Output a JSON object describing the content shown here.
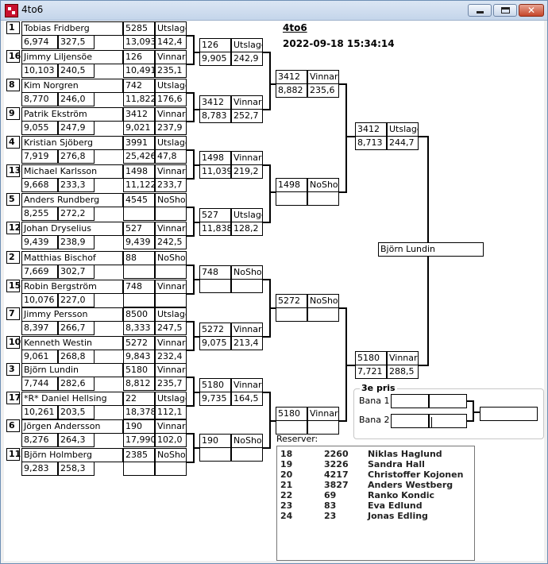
{
  "window": {
    "title": "4to6"
  },
  "header": {
    "title": "4to6",
    "timestamp": "2022-09-18 15:34:14"
  },
  "round1": [
    {
      "seed": "1",
      "name": "Tobias Fridberg",
      "a": "6,974",
      "b": "327,5"
    },
    {
      "seed": "16",
      "name": "Jimmy Liljensöe",
      "a": "10,103",
      "b": "240,5"
    },
    {
      "seed": "8",
      "name": "Kim Norgren",
      "a": "8,770",
      "b": "246,0"
    },
    {
      "seed": "9",
      "name": "Patrik Ekström",
      "a": "9,055",
      "b": "247,9"
    },
    {
      "seed": "4",
      "name": "Kristian Sjöberg",
      "a": "7,919",
      "b": "276,8"
    },
    {
      "seed": "13",
      "name": "Michael Karlsson",
      "a": "9,668",
      "b": "233,3"
    },
    {
      "seed": "5",
      "name": "Anders Rundberg",
      "a": "8,255",
      "b": "272,2"
    },
    {
      "seed": "12",
      "name": "Johan Dryselius",
      "a": "9,439",
      "b": "238,9"
    },
    {
      "seed": "2",
      "name": "Matthias Bischof",
      "a": "7,669",
      "b": "302,7"
    },
    {
      "seed": "15",
      "name": "Robin Bergström",
      "a": "10,076",
      "b": "227,0"
    },
    {
      "seed": "7",
      "name": "Jimmy Persson",
      "a": "8,397",
      "b": "266,7"
    },
    {
      "seed": "10",
      "name": "Kenneth Westin",
      "a": "9,061",
      "b": "268,8"
    },
    {
      "seed": "3",
      "name": "Björn Lundin",
      "a": "7,744",
      "b": "282,6"
    },
    {
      "seed": "17",
      "name": "*R* Daniel Hellsing",
      "a": "10,261",
      "b": "203,5"
    },
    {
      "seed": "6",
      "name": "Jörgen Andersson",
      "a": "8,276",
      "b": "264,3"
    },
    {
      "seed": "11",
      "name": "Björn Holmberg",
      "a": "9,283",
      "b": "258,3"
    }
  ],
  "round2": [
    {
      "id": "5285",
      "status": "Utslagen",
      "a": "13,093",
      "b": "142,4"
    },
    {
      "id": "126",
      "status": "Vinnare",
      "a": "10,491",
      "b": "235,1"
    },
    {
      "id": "742",
      "status": "Utslagen",
      "a": "11,822",
      "b": "176,6"
    },
    {
      "id": "3412",
      "status": "Vinnare",
      "a": "9,021",
      "b": "237,9"
    },
    {
      "id": "3991",
      "status": "Utslagen",
      "a": "25,426",
      "b": "47,8"
    },
    {
      "id": "1498",
      "status": "Vinnare",
      "a": "11,122",
      "b": "233,7"
    },
    {
      "id": "4545",
      "status": "NoShow",
      "a": "",
      "b": ""
    },
    {
      "id": "527",
      "status": "Vinnare",
      "a": "9,439",
      "b": "242,5"
    },
    {
      "id": "88",
      "status": "NoShow",
      "a": "",
      "b": ""
    },
    {
      "id": "748",
      "status": "Vinnare",
      "a": "",
      "b": ""
    },
    {
      "id": "8500",
      "status": "Utslagen",
      "a": "8,333",
      "b": "247,5"
    },
    {
      "id": "5272",
      "status": "Vinnare",
      "a": "9,843",
      "b": "232,4"
    },
    {
      "id": "5180",
      "status": "Vinnare",
      "a": "8,812",
      "b": "235,7"
    },
    {
      "id": "22",
      "status": "Utslagen",
      "a": "18,378",
      "b": "112,1"
    },
    {
      "id": "190",
      "status": "Vinnare",
      "a": "17,990",
      "b": "102,0"
    },
    {
      "id": "2385",
      "status": "NoShow",
      "a": "",
      "b": ""
    }
  ],
  "round3": [
    {
      "id": "126",
      "status": "Utslagen",
      "a": "9,905",
      "b": "242,9"
    },
    {
      "id": "3412",
      "status": "Vinnare",
      "a": "8,783",
      "b": "252,7"
    },
    {
      "id": "1498",
      "status": "Vinnare",
      "a": "11,039",
      "b": "219,2"
    },
    {
      "id": "527",
      "status": "Utslagen",
      "a": "11,838",
      "b": "128,2"
    },
    {
      "id": "748",
      "status": "NoShow",
      "a": "",
      "b": ""
    },
    {
      "id": "5272",
      "status": "Vinnare",
      "a": "9,075",
      "b": "213,4"
    },
    {
      "id": "5180",
      "status": "Vinnare",
      "a": "9,735",
      "b": "164,5"
    },
    {
      "id": "190",
      "status": "NoShow",
      "a": "",
      "b": ""
    }
  ],
  "round4": [
    {
      "id": "3412",
      "status": "Vinnare",
      "a": "8,882",
      "b": "235,6"
    },
    {
      "id": "1498",
      "status": "NoShow",
      "a": "",
      "b": ""
    },
    {
      "id": "5272",
      "status": "NoShow",
      "a": "",
      "b": ""
    },
    {
      "id": "5180",
      "status": "Vinnare",
      "a": "",
      "b": ""
    }
  ],
  "round5": [
    {
      "id": "3412",
      "status": "Utslagen",
      "a": "8,713",
      "b": "244,7"
    },
    {
      "id": "5180",
      "status": "Vinnare",
      "a": "7,721",
      "b": "288,5"
    }
  ],
  "final": {
    "winner": "Björn Lundin"
  },
  "third_place": {
    "title": "3e pris",
    "lane1": "Bana 1",
    "lane2": "Bana 2"
  },
  "reserves": {
    "label": "Reserver:",
    "rows": [
      {
        "pos": "18",
        "id": "2260",
        "name": "Niklas Haglund"
      },
      {
        "pos": "19",
        "id": "3226",
        "name": "Sandra Hall"
      },
      {
        "pos": "20",
        "id": "4217",
        "name": "Christoffer Kojonen"
      },
      {
        "pos": "21",
        "id": "3827",
        "name": "Anders Westberg"
      },
      {
        "pos": "22",
        "id": "69",
        "name": "Ranko Kondic"
      },
      {
        "pos": "23",
        "id": "83",
        "name": "Eva Edlund"
      },
      {
        "pos": "24",
        "id": "23",
        "name": "Jonas Edling"
      }
    ]
  }
}
